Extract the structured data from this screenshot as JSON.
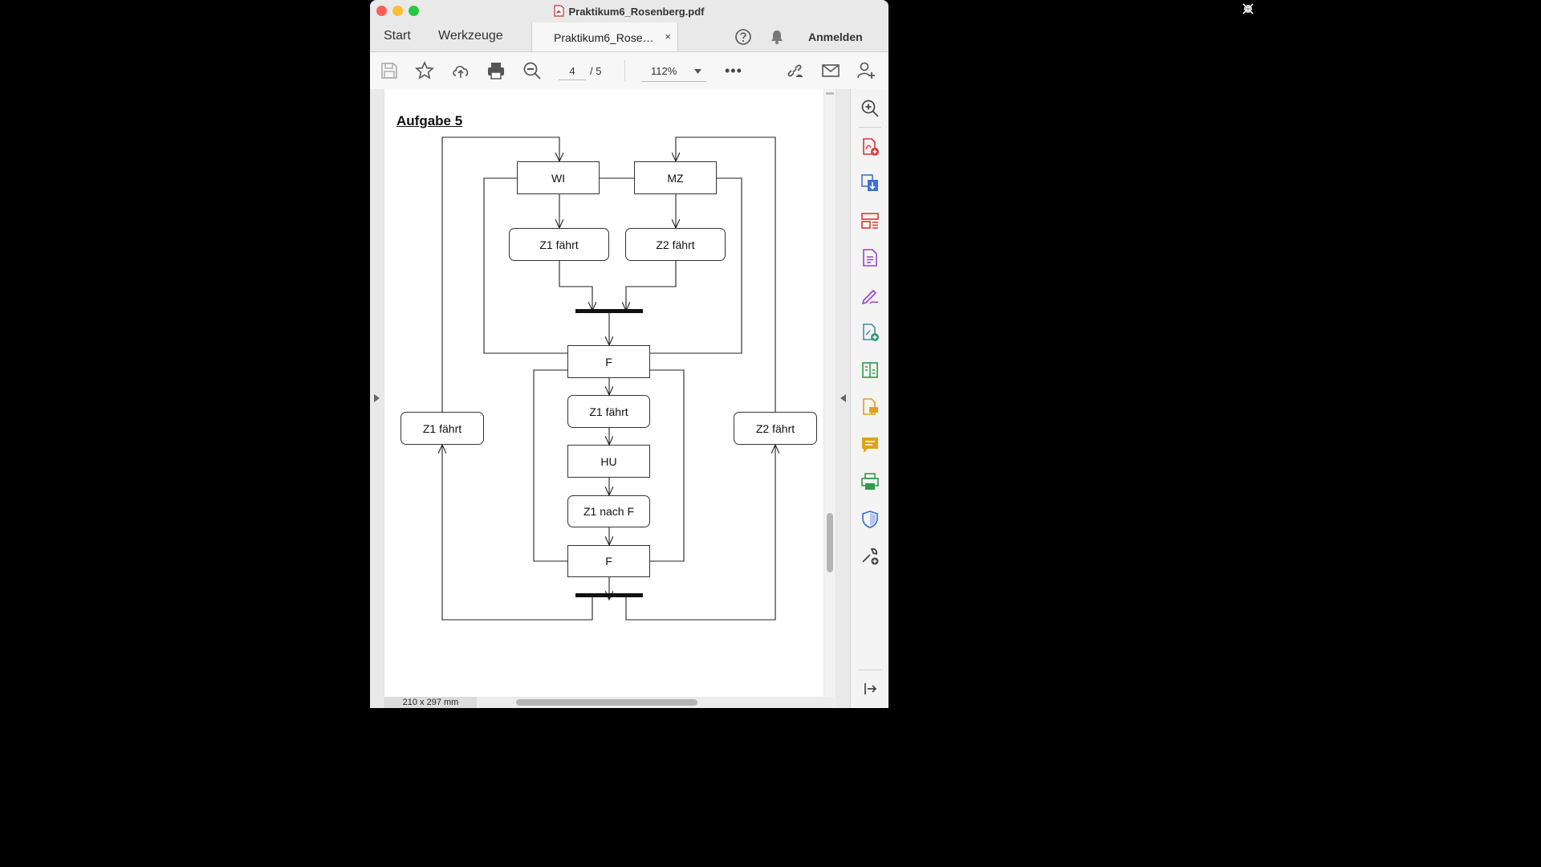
{
  "window": {
    "title": "Praktikum6_Rosenberg.pdf"
  },
  "tabs": {
    "start": "Start",
    "tools": "Werkzeuge",
    "document": "Praktikum6_Rose…",
    "close": "×",
    "signin": "Anmelden"
  },
  "toolbar": {
    "page_current": "4",
    "page_total": "/ 5",
    "zoom": "112%",
    "more": "•••"
  },
  "page": {
    "heading": "Aufgabe 5",
    "size_label": "210 x 297 mm"
  },
  "diagram": {
    "wi": "WI",
    "mz": "MZ",
    "z1_top": "Z1 fährt",
    "z2_top": "Z2 fährt",
    "f_top": "F",
    "z1_middle": "Z1 fährt",
    "hu": "HU",
    "z1_nach_f": "Z1 nach F",
    "f_bottom": "F",
    "z1_left": "Z1 fährt",
    "z2_right": "Z2 fährt"
  },
  "icons": {
    "toolbar": [
      "save-icon",
      "star-icon",
      "upload-icon",
      "print-icon",
      "zoom-out-icon",
      "link-icon",
      "mail-icon",
      "add-user-icon"
    ],
    "side_panel": [
      "zoom-in-icon",
      "create-pdf-icon",
      "export-pdf-icon",
      "organize-pages-icon",
      "edit-pdf-icon",
      "fill-sign-icon",
      "send-for-signature-icon",
      "compare-icon",
      "share-comment-icon",
      "comment-icon",
      "print-production-icon",
      "protect-icon",
      "more-tools-icon",
      "collapse-panel-icon"
    ]
  },
  "colors": {
    "red_tool": "#d9383a",
    "blue_tool": "#3d6fd6",
    "purple_tool": "#9a45c7",
    "green_tool": "#2f9a4a",
    "yellow_tool": "#e0a21a"
  }
}
